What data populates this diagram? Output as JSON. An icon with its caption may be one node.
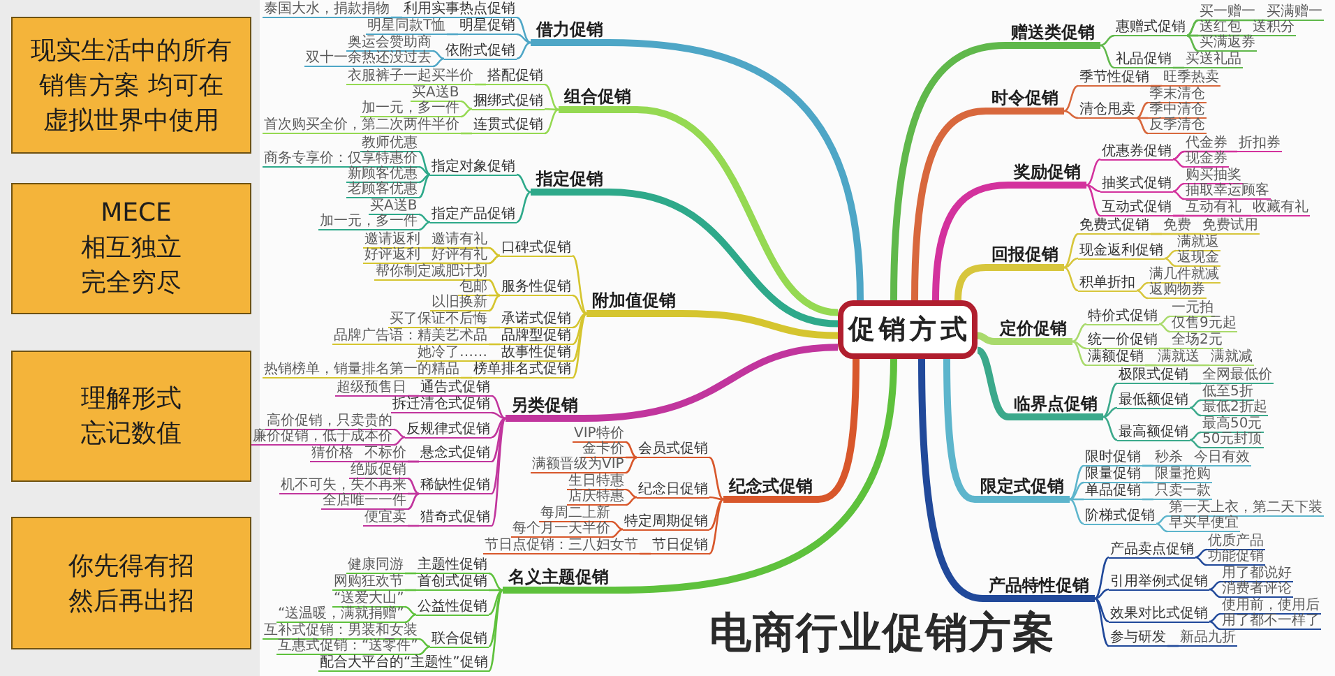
{
  "diagram": {
    "title": "电商行业促销方案",
    "nodes": [
      {
        "text": [
          "现实生活中的所有销售方案 均可在虚拟世界中使用"
        ]
      },
      {
        "text": [
          "MECE相互独立完全穷尽"
        ]
      },
      {
        "text": [
          "理解形式忘记数值"
        ]
      },
      {
        "text": [
          "你先得有招然后再出招"
        ]
      },
      {
        "text": [
          "促销方式"
        ]
      },
      {
        "text": [
          "借力促销"
        ]
      },
      {
        "text": [
          "利用实事热点促销"
        ]
      },
      {
        "text": [
          "泰国大水，捐款捐物"
        ]
      },
      {
        "text": [
          "明星促销"
        ]
      },
      {
        "text": [
          "明星同款T恤"
        ]
      },
      {
        "text": [
          "依附式促销"
        ]
      },
      {
        "text": [
          "奥运会赞助商"
        ]
      },
      {
        "text": [
          "双十一余热还没过去"
        ]
      },
      {
        "text": [
          "组合促销"
        ]
      },
      {
        "text": [
          "搭配促销"
        ]
      },
      {
        "text": [
          "衣服裤子一起买半价"
        ]
      },
      {
        "text": [
          "捆绑式促销"
        ]
      },
      {
        "text": [
          "买A送B"
        ]
      },
      {
        "text": [
          "加一元，多一件"
        ]
      },
      {
        "text": [
          "连贯式促销"
        ]
      },
      {
        "text": [
          "首次购买全价，第二次两件半价"
        ]
      },
      {
        "text": [
          "指定促销"
        ]
      },
      {
        "text": [
          "指定对象促销"
        ]
      },
      {
        "text": [
          "教师优惠"
        ]
      },
      {
        "text": [
          "商务专享价：仅享特惠价"
        ]
      },
      {
        "text": [
          "新顾客优惠"
        ]
      },
      {
        "text": [
          "老顾客优惠"
        ]
      },
      {
        "text": [
          "指定产品促销"
        ]
      },
      {
        "text": [
          "买A送B"
        ]
      },
      {
        "text": [
          "加一元，多一件"
        ]
      },
      {
        "text": [
          "附加值促销"
        ]
      },
      {
        "text": [
          "口碑式促销"
        ]
      },
      {
        "text": [
          "邀请有礼"
        ]
      },
      {
        "text": [
          "邀请返利"
        ]
      },
      {
        "text": [
          "好评有礼"
        ]
      },
      {
        "text": [
          "好评返利"
        ]
      },
      {
        "text": [
          "服务性促销"
        ]
      },
      {
        "text": [
          "帮你制定减肥计划"
        ]
      },
      {
        "text": [
          "包邮"
        ]
      },
      {
        "text": [
          "以旧换新"
        ]
      },
      {
        "text": [
          "承诺式促销"
        ]
      },
      {
        "text": [
          "买了保证不后悔"
        ]
      },
      {
        "text": [
          "品牌型促销"
        ]
      },
      {
        "text": [
          "品牌广告语：精美艺术品"
        ]
      },
      {
        "text": [
          "故事性促销"
        ]
      },
      {
        "text": [
          "她冷了……"
        ]
      },
      {
        "text": [
          "榜单排名式促销"
        ]
      },
      {
        "text": [
          "热销榜单，销量排名第一的精品"
        ]
      },
      {
        "text": [
          "另类促销"
        ]
      },
      {
        "text": [
          "通告式促销"
        ]
      },
      {
        "text": [
          "超级预售日"
        ]
      },
      {
        "text": [
          "拆迁清仓式促销"
        ]
      },
      {
        "text": [
          "反规律式促销"
        ]
      },
      {
        "text": [
          "高价促销，只卖贵的"
        ]
      },
      {
        "text": [
          "廉价促销，低于成本价"
        ]
      },
      {
        "text": [
          "悬念式促销"
        ]
      },
      {
        "text": [
          "不标价"
        ]
      },
      {
        "text": [
          "猜价格"
        ]
      },
      {
        "text": [
          "稀缺性促销"
        ]
      },
      {
        "text": [
          "绝版促销"
        ]
      },
      {
        "text": [
          "机不可失，失不再来"
        ]
      },
      {
        "text": [
          "全店唯一一件"
        ]
      },
      {
        "text": [
          "猎奇式促销"
        ]
      },
      {
        "text": [
          "便宜卖"
        ]
      },
      {
        "text": [
          "纪念式促销"
        ]
      },
      {
        "text": [
          "会员式促销"
        ]
      },
      {
        "text": [
          "VIP特价"
        ]
      },
      {
        "text": [
          "金卡价"
        ]
      },
      {
        "text": [
          "满额晋级为VIP"
        ]
      },
      {
        "text": [
          "纪念日促销"
        ]
      },
      {
        "text": [
          "生日特惠"
        ]
      },
      {
        "text": [
          "店庆特惠"
        ]
      },
      {
        "text": [
          "特定周期促销"
        ]
      },
      {
        "text": [
          "每周二上新"
        ]
      },
      {
        "text": [
          "每个月一天半价"
        ]
      },
      {
        "text": [
          "节日促销"
        ]
      },
      {
        "text": [
          "节日点促销：三八妇女节"
        ]
      },
      {
        "text": [
          "名义主题促销"
        ]
      },
      {
        "text": [
          "主题性促销"
        ]
      },
      {
        "text": [
          "健康同游"
        ]
      },
      {
        "text": [
          "首创式促销"
        ]
      },
      {
        "text": [
          "网购狂欢节"
        ]
      },
      {
        "text": [
          "公益性促销"
        ]
      },
      {
        "text": [
          "“送爱大山”"
        ]
      },
      {
        "text": [
          "“送温暖，满就捐赠”"
        ]
      },
      {
        "text": [
          "联合促销"
        ]
      },
      {
        "text": [
          "互补式促销：男装和女装"
        ]
      },
      {
        "text": [
          "互惠式促销：“送零件”"
        ]
      },
      {
        "text": [
          "配合大平台的“主题性”促销"
        ]
      },
      {
        "text": [
          "赠送类促销"
        ]
      },
      {
        "text": [
          "惠赠式促销"
        ]
      },
      {
        "text": [
          "买一赠一"
        ]
      },
      {
        "text": [
          "买满赠一"
        ]
      },
      {
        "text": [
          "送红包"
        ]
      },
      {
        "text": [
          "送积分"
        ]
      },
      {
        "text": [
          "买满返券"
        ]
      },
      {
        "text": [
          "礼品促销"
        ]
      },
      {
        "text": [
          "买送礼品"
        ]
      },
      {
        "text": [
          "时令促销"
        ]
      },
      {
        "text": [
          "季节性促销"
        ]
      },
      {
        "text": [
          "旺季热卖"
        ]
      },
      {
        "text": [
          "清仓甩卖"
        ]
      },
      {
        "text": [
          "季末清仓"
        ]
      },
      {
        "text": [
          "季中清仓"
        ]
      },
      {
        "text": [
          "反季清仓"
        ]
      },
      {
        "text": [
          "奖励促销"
        ]
      },
      {
        "text": [
          "优惠券促销"
        ]
      },
      {
        "text": [
          "代金券"
        ]
      },
      {
        "text": [
          "折扣券"
        ]
      },
      {
        "text": [
          "现金券"
        ]
      },
      {
        "text": [
          "抽奖式促销"
        ]
      },
      {
        "text": [
          "购买抽奖"
        ]
      },
      {
        "text": [
          "抽取幸运顾客"
        ]
      },
      {
        "text": [
          "互动式促销"
        ]
      },
      {
        "text": [
          "互动有礼"
        ]
      },
      {
        "text": [
          "收藏有礼"
        ]
      },
      {
        "text": [
          "回报促销"
        ]
      },
      {
        "text": [
          "免费式促销"
        ]
      },
      {
        "text": [
          "免费"
        ]
      },
      {
        "text": [
          "免费试用"
        ]
      },
      {
        "text": [
          "现金返利促销"
        ]
      },
      {
        "text": [
          "满就返"
        ]
      },
      {
        "text": [
          "返现金"
        ]
      },
      {
        "text": [
          "积单折扣"
        ]
      },
      {
        "text": [
          "满几件就减"
        ]
      },
      {
        "text": [
          "返购物券"
        ]
      },
      {
        "text": [
          "定价促销"
        ]
      },
      {
        "text": [
          "特价式促销"
        ]
      },
      {
        "text": [
          "一元拍"
        ]
      },
      {
        "text": [
          "仅售9元起"
        ]
      },
      {
        "text": [
          "统一价促销"
        ]
      },
      {
        "text": [
          "全场2元"
        ]
      },
      {
        "text": [
          "满额促销"
        ]
      },
      {
        "text": [
          "满就送"
        ]
      },
      {
        "text": [
          "满就减"
        ]
      },
      {
        "text": [
          "临界点促销"
        ]
      },
      {
        "text": [
          "极限式促销"
        ]
      },
      {
        "text": [
          "全网最低价"
        ]
      },
      {
        "text": [
          "最低额促销"
        ]
      },
      {
        "text": [
          "低至5折"
        ]
      },
      {
        "text": [
          "最低2折起"
        ]
      },
      {
        "text": [
          "最高额促销"
        ]
      },
      {
        "text": [
          "最高50元"
        ]
      },
      {
        "text": [
          "50元封顶"
        ]
      },
      {
        "text": [
          "限定式促销"
        ]
      },
      {
        "text": [
          "限时促销"
        ]
      },
      {
        "text": [
          "秒杀"
        ]
      },
      {
        "text": [
          "今日有效"
        ]
      },
      {
        "text": [
          "限量促销"
        ]
      },
      {
        "text": [
          "限量抢购"
        ]
      },
      {
        "text": [
          "单品促销"
        ]
      },
      {
        "text": [
          "只卖一款"
        ]
      },
      {
        "text": [
          "阶梯式促销"
        ]
      },
      {
        "text": [
          "第一天上衣，第二天下装"
        ]
      },
      {
        "text": [
          "早买早便宜"
        ]
      },
      {
        "text": [
          "产品特性促销"
        ]
      },
      {
        "text": [
          "产品卖点促销"
        ]
      },
      {
        "text": [
          "优质产品"
        ]
      },
      {
        "text": [
          "功能促销"
        ]
      },
      {
        "text": [
          "引用举例式促销"
        ]
      },
      {
        "text": [
          "用了都说好"
        ]
      },
      {
        "text": [
          "消费者评论"
        ]
      },
      {
        "text": [
          "效果对比式促销"
        ]
      },
      {
        "text": [
          "使用前，使用后"
        ]
      },
      {
        "text": [
          "用了都不一样了"
        ]
      },
      {
        "text": [
          "参与研发"
        ]
      },
      {
        "text": [
          "新品九折"
        ]
      }
    ],
    "edges": [
      {
        "from": 4,
        "to": 5,
        "arrow": "none",
        "style": "thick",
        "color": "#4ea6c6"
      },
      {
        "from": 5,
        "to": 6,
        "arrow": "none",
        "color": "#4ea6c6"
      },
      {
        "from": 6,
        "to": 7,
        "arrow": "none",
        "color": "#4ea6c6"
      },
      {
        "from": 5,
        "to": 8,
        "arrow": "none",
        "color": "#4ea6c6"
      },
      {
        "from": 8,
        "to": 9,
        "arrow": "none",
        "color": "#4ea6c6"
      },
      {
        "from": 5,
        "to": 10,
        "arrow": "none",
        "color": "#4ea6c6"
      },
      {
        "from": 10,
        "to": 11,
        "arrow": "none",
        "color": "#4ea6c6"
      },
      {
        "from": 10,
        "to": 12,
        "arrow": "none",
        "color": "#4ea6c6"
      },
      {
        "from": 4,
        "to": 13,
        "arrow": "none",
        "style": "thick",
        "color": "#95d952"
      },
      {
        "from": 13,
        "to": 14,
        "arrow": "none",
        "color": "#95d952"
      },
      {
        "from": 14,
        "to": 15,
        "arrow": "none",
        "color": "#95d952"
      },
      {
        "from": 13,
        "to": 16,
        "arrow": "none",
        "color": "#95d952"
      },
      {
        "from": 16,
        "to": 17,
        "arrow": "none",
        "color": "#95d952"
      },
      {
        "from": 16,
        "to": 18,
        "arrow": "none",
        "color": "#95d952"
      },
      {
        "from": 13,
        "to": 19,
        "arrow": "none",
        "color": "#95d952"
      },
      {
        "from": 19,
        "to": 20,
        "arrow": "none",
        "color": "#95d952"
      },
      {
        "from": 4,
        "to": 21,
        "arrow": "none",
        "style": "thick",
        "color": "#2ea98a"
      },
      {
        "from": 21,
        "to": 22,
        "arrow": "none",
        "color": "#2ea98a"
      },
      {
        "from": 22,
        "to": 23,
        "arrow": "none",
        "color": "#2ea98a"
      },
      {
        "from": 22,
        "to": 24,
        "arrow": "none",
        "color": "#2ea98a"
      },
      {
        "from": 22,
        "to": 25,
        "arrow": "none",
        "color": "#2ea98a"
      },
      {
        "from": 22,
        "to": 26,
        "arrow": "none",
        "color": "#2ea98a"
      },
      {
        "from": 21,
        "to": 27,
        "arrow": "none",
        "color": "#2ea98a"
      },
      {
        "from": 27,
        "to": 28,
        "arrow": "none",
        "color": "#2ea98a"
      },
      {
        "from": 27,
        "to": 29,
        "arrow": "none",
        "color": "#2ea98a"
      },
      {
        "from": 4,
        "to": 30,
        "arrow": "none",
        "style": "thick",
        "color": "#d5c52f"
      },
      {
        "from": 30,
        "to": 31,
        "arrow": "none",
        "color": "#d5c52f"
      },
      {
        "from": 31,
        "to": 32,
        "arrow": "none",
        "color": "#d5c52f"
      },
      {
        "from": 31,
        "to": 33,
        "arrow": "none",
        "color": "#d5c52f"
      },
      {
        "from": 31,
        "to": 34,
        "arrow": "none",
        "color": "#d5c52f"
      },
      {
        "from": 31,
        "to": 35,
        "arrow": "none",
        "color": "#d5c52f"
      },
      {
        "from": 30,
        "to": 36,
        "arrow": "none",
        "color": "#d5c52f"
      },
      {
        "from": 36,
        "to": 37,
        "arrow": "none",
        "color": "#d5c52f"
      },
      {
        "from": 36,
        "to": 38,
        "arrow": "none",
        "color": "#d5c52f"
      },
      {
        "from": 36,
        "to": 39,
        "arrow": "none",
        "color": "#d5c52f"
      },
      {
        "from": 30,
        "to": 40,
        "arrow": "none",
        "color": "#d5c52f"
      },
      {
        "from": 40,
        "to": 41,
        "arrow": "none",
        "color": "#d5c52f"
      },
      {
        "from": 30,
        "to": 42,
        "arrow": "none",
        "color": "#d5c52f"
      },
      {
        "from": 42,
        "to": 43,
        "arrow": "none",
        "color": "#d5c52f"
      },
      {
        "from": 30,
        "to": 44,
        "arrow": "none",
        "color": "#d5c52f"
      },
      {
        "from": 44,
        "to": 45,
        "arrow": "none",
        "color": "#d5c52f"
      },
      {
        "from": 30,
        "to": 46,
        "arrow": "none",
        "color": "#d5c52f"
      },
      {
        "from": 46,
        "to": 47,
        "arrow": "none",
        "color": "#d5c52f"
      },
      {
        "from": 4,
        "to": 48,
        "arrow": "none",
        "style": "thick",
        "color": "#c1359d"
      },
      {
        "from": 48,
        "to": 49,
        "arrow": "none",
        "color": "#c1359d"
      },
      {
        "from": 49,
        "to": 50,
        "arrow": "none",
        "color": "#c1359d"
      },
      {
        "from": 48,
        "to": 51,
        "arrow": "none",
        "color": "#c1359d"
      },
      {
        "from": 48,
        "to": 52,
        "arrow": "none",
        "color": "#c1359d"
      },
      {
        "from": 52,
        "to": 53,
        "arrow": "none",
        "color": "#c1359d"
      },
      {
        "from": 52,
        "to": 54,
        "arrow": "none",
        "color": "#c1359d"
      },
      {
        "from": 48,
        "to": 55,
        "arrow": "none",
        "color": "#c1359d"
      },
      {
        "from": 55,
        "to": 56,
        "arrow": "none",
        "color": "#c1359d"
      },
      {
        "from": 55,
        "to": 57,
        "arrow": "none",
        "color": "#c1359d"
      },
      {
        "from": 48,
        "to": 58,
        "arrow": "none",
        "color": "#c1359d"
      },
      {
        "from": 58,
        "to": 59,
        "arrow": "none",
        "color": "#c1359d"
      },
      {
        "from": 58,
        "to": 60,
        "arrow": "none",
        "color": "#c1359d"
      },
      {
        "from": 58,
        "to": 61,
        "arrow": "none",
        "color": "#c1359d"
      },
      {
        "from": 48,
        "to": 62,
        "arrow": "none",
        "color": "#c1359d"
      },
      {
        "from": 62,
        "to": 63,
        "arrow": "none",
        "color": "#c1359d"
      },
      {
        "from": 4,
        "to": 64,
        "arrow": "none",
        "style": "thick",
        "color": "#d8572b"
      },
      {
        "from": 64,
        "to": 65,
        "arrow": "none",
        "color": "#d8572b"
      },
      {
        "from": 65,
        "to": 66,
        "arrow": "none",
        "color": "#d8572b"
      },
      {
        "from": 65,
        "to": 67,
        "arrow": "none",
        "color": "#d8572b"
      },
      {
        "from": 65,
        "to": 68,
        "arrow": "none",
        "color": "#d8572b"
      },
      {
        "from": 64,
        "to": 69,
        "arrow": "none",
        "color": "#d8572b"
      },
      {
        "from": 69,
        "to": 70,
        "arrow": "none",
        "color": "#d8572b"
      },
      {
        "from": 69,
        "to": 71,
        "arrow": "none",
        "color": "#d8572b"
      },
      {
        "from": 64,
        "to": 72,
        "arrow": "none",
        "color": "#d8572b"
      },
      {
        "from": 72,
        "to": 73,
        "arrow": "none",
        "color": "#d8572b"
      },
      {
        "from": 72,
        "to": 74,
        "arrow": "none",
        "color": "#d8572b"
      },
      {
        "from": 64,
        "to": 75,
        "arrow": "none",
        "color": "#d8572b"
      },
      {
        "from": 75,
        "to": 76,
        "arrow": "none",
        "color": "#d8572b"
      },
      {
        "from": 4,
        "to": 77,
        "arrow": "none",
        "style": "thick",
        "color": "#5ec13c"
      },
      {
        "from": 77,
        "to": 78,
        "arrow": "none",
        "color": "#5ec13c"
      },
      {
        "from": 78,
        "to": 79,
        "arrow": "none",
        "color": "#5ec13c"
      },
      {
        "from": 77,
        "to": 80,
        "arrow": "none",
        "color": "#5ec13c"
      },
      {
        "from": 80,
        "to": 81,
        "arrow": "none",
        "color": "#5ec13c"
      },
      {
        "from": 77,
        "to": 82,
        "arrow": "none",
        "color": "#5ec13c"
      },
      {
        "from": 82,
        "to": 83,
        "arrow": "none",
        "color": "#5ec13c"
      },
      {
        "from": 82,
        "to": 84,
        "arrow": "none",
        "color": "#5ec13c"
      },
      {
        "from": 77,
        "to": 85,
        "arrow": "none",
        "color": "#5ec13c"
      },
      {
        "from": 85,
        "to": 86,
        "arrow": "none",
        "color": "#5ec13c"
      },
      {
        "from": 85,
        "to": 87,
        "arrow": "none",
        "color": "#5ec13c"
      },
      {
        "from": 77,
        "to": 88,
        "arrow": "none",
        "color": "#5ec13c"
      },
      {
        "from": 4,
        "to": 89,
        "arrow": "none",
        "style": "thick",
        "color": "#60b84b"
      },
      {
        "from": 89,
        "to": 90,
        "arrow": "none",
        "color": "#60b84b"
      },
      {
        "from": 90,
        "to": 91,
        "arrow": "none",
        "color": "#60b84b"
      },
      {
        "from": 90,
        "to": 92,
        "arrow": "none",
        "color": "#60b84b"
      },
      {
        "from": 90,
        "to": 93,
        "arrow": "none",
        "color": "#60b84b"
      },
      {
        "from": 90,
        "to": 94,
        "arrow": "none",
        "color": "#60b84b"
      },
      {
        "from": 90,
        "to": 95,
        "arrow": "none",
        "color": "#60b84b"
      },
      {
        "from": 89,
        "to": 96,
        "arrow": "none",
        "color": "#60b84b"
      },
      {
        "from": 96,
        "to": 97,
        "arrow": "none",
        "color": "#60b84b"
      },
      {
        "from": 4,
        "to": 98,
        "arrow": "none",
        "style": "thick",
        "color": "#d8683d"
      },
      {
        "from": 98,
        "to": 99,
        "arrow": "none",
        "color": "#d8683d"
      },
      {
        "from": 99,
        "to": 100,
        "arrow": "none",
        "color": "#d8683d"
      },
      {
        "from": 98,
        "to": 101,
        "arrow": "none",
        "color": "#d8683d"
      },
      {
        "from": 101,
        "to": 102,
        "arrow": "none",
        "color": "#d8683d"
      },
      {
        "from": 101,
        "to": 103,
        "arrow": "none",
        "color": "#d8683d"
      },
      {
        "from": 101,
        "to": 104,
        "arrow": "none",
        "color": "#d8683d"
      },
      {
        "from": 4,
        "to": 105,
        "arrow": "none",
        "style": "thick",
        "color": "#d3329d"
      },
      {
        "from": 105,
        "to": 106,
        "arrow": "none",
        "color": "#d3329d"
      },
      {
        "from": 106,
        "to": 107,
        "arrow": "none",
        "color": "#d3329d"
      },
      {
        "from": 106,
        "to": 108,
        "arrow": "none",
        "color": "#d3329d"
      },
      {
        "from": 106,
        "to": 109,
        "arrow": "none",
        "color": "#d3329d"
      },
      {
        "from": 105,
        "to": 110,
        "arrow": "none",
        "color": "#d3329d"
      },
      {
        "from": 110,
        "to": 111,
        "arrow": "none",
        "color": "#d3329d"
      },
      {
        "from": 110,
        "to": 112,
        "arrow": "none",
        "color": "#d3329d"
      },
      {
        "from": 105,
        "to": 113,
        "arrow": "none",
        "color": "#d3329d"
      },
      {
        "from": 113,
        "to": 114,
        "arrow": "none",
        "color": "#d3329d"
      },
      {
        "from": 113,
        "to": 115,
        "arrow": "none",
        "color": "#d3329d"
      },
      {
        "from": 4,
        "to": 116,
        "arrow": "none",
        "style": "thick",
        "color": "#d7c63c"
      },
      {
        "from": 116,
        "to": 117,
        "arrow": "none",
        "color": "#d7c63c"
      },
      {
        "from": 117,
        "to": 118,
        "arrow": "none",
        "color": "#d7c63c"
      },
      {
        "from": 117,
        "to": 119,
        "arrow": "none",
        "color": "#d7c63c"
      },
      {
        "from": 116,
        "to": 120,
        "arrow": "none",
        "color": "#d7c63c"
      },
      {
        "from": 120,
        "to": 121,
        "arrow": "none",
        "color": "#d7c63c"
      },
      {
        "from": 120,
        "to": 122,
        "arrow": "none",
        "color": "#d7c63c"
      },
      {
        "from": 116,
        "to": 123,
        "arrow": "none",
        "color": "#d7c63c"
      },
      {
        "from": 123,
        "to": 124,
        "arrow": "none",
        "color": "#d7c63c"
      },
      {
        "from": 123,
        "to": 125,
        "arrow": "none",
        "color": "#d7c63c"
      },
      {
        "from": 4,
        "to": 126,
        "arrow": "none",
        "style": "thick",
        "color": "#a9da6c"
      },
      {
        "from": 126,
        "to": 127,
        "arrow": "none",
        "color": "#a9da6c"
      },
      {
        "from": 127,
        "to": 128,
        "arrow": "none",
        "color": "#a9da6c"
      },
      {
        "from": 127,
        "to": 129,
        "arrow": "none",
        "color": "#a9da6c"
      },
      {
        "from": 126,
        "to": 130,
        "arrow": "none",
        "color": "#a9da6c"
      },
      {
        "from": 130,
        "to": 131,
        "arrow": "none",
        "color": "#a9da6c"
      },
      {
        "from": 126,
        "to": 132,
        "arrow": "none",
        "color": "#a9da6c"
      },
      {
        "from": 132,
        "to": 133,
        "arrow": "none",
        "color": "#a9da6c"
      },
      {
        "from": 132,
        "to": 134,
        "arrow": "none",
        "color": "#a9da6c"
      },
      {
        "from": 4,
        "to": 135,
        "arrow": "none",
        "style": "thick",
        "color": "#3ba98b"
      },
      {
        "from": 135,
        "to": 136,
        "arrow": "none",
        "color": "#3ba98b"
      },
      {
        "from": 136,
        "to": 137,
        "arrow": "none",
        "color": "#3ba98b"
      },
      {
        "from": 135,
        "to": 138,
        "arrow": "none",
        "color": "#3ba98b"
      },
      {
        "from": 138,
        "to": 139,
        "arrow": "none",
        "color": "#3ba98b"
      },
      {
        "from": 138,
        "to": 140,
        "arrow": "none",
        "color": "#3ba98b"
      },
      {
        "from": 135,
        "to": 141,
        "arrow": "none",
        "color": "#3ba98b"
      },
      {
        "from": 141,
        "to": 142,
        "arrow": "none",
        "color": "#3ba98b"
      },
      {
        "from": 141,
        "to": 143,
        "arrow": "none",
        "color": "#3ba98b"
      },
      {
        "from": 4,
        "to": 144,
        "arrow": "none",
        "style": "thick",
        "color": "#5db5cc"
      },
      {
        "from": 144,
        "to": 145,
        "arrow": "none",
        "color": "#5db5cc"
      },
      {
        "from": 145,
        "to": 146,
        "arrow": "none",
        "color": "#5db5cc"
      },
      {
        "from": 145,
        "to": 147,
        "arrow": "none",
        "color": "#5db5cc"
      },
      {
        "from": 144,
        "to": 148,
        "arrow": "none",
        "color": "#5db5cc"
      },
      {
        "from": 148,
        "to": 149,
        "arrow": "none",
        "color": "#5db5cc"
      },
      {
        "from": 144,
        "to": 150,
        "arrow": "none",
        "color": "#5db5cc"
      },
      {
        "from": 150,
        "to": 151,
        "arrow": "none",
        "color": "#5db5cc"
      },
      {
        "from": 144,
        "to": 152,
        "arrow": "none",
        "color": "#5db5cc"
      },
      {
        "from": 152,
        "to": 153,
        "arrow": "none",
        "color": "#5db5cc"
      },
      {
        "from": 152,
        "to": 154,
        "arrow": "none",
        "color": "#5db5cc"
      },
      {
        "from": 4,
        "to": 155,
        "arrow": "none",
        "style": "thick",
        "color": "#21499a"
      },
      {
        "from": 155,
        "to": 156,
        "arrow": "none",
        "color": "#21499a"
      },
      {
        "from": 156,
        "to": 157,
        "arrow": "none",
        "color": "#21499a"
      },
      {
        "from": 156,
        "to": 158,
        "arrow": "none",
        "color": "#21499a"
      },
      {
        "from": 155,
        "to": 159,
        "arrow": "none",
        "color": "#21499a"
      },
      {
        "from": 159,
        "to": 160,
        "arrow": "none",
        "color": "#21499a"
      },
      {
        "from": 159,
        "to": 161,
        "arrow": "none",
        "color": "#21499a"
      },
      {
        "from": 155,
        "to": 162,
        "arrow": "none",
        "color": "#21499a"
      },
      {
        "from": 162,
        "to": 163,
        "arrow": "none",
        "color": "#21499a"
      },
      {
        "from": 162,
        "to": 164,
        "arrow": "none",
        "color": "#21499a"
      },
      {
        "from": 155,
        "to": 165,
        "arrow": "none",
        "color": "#21499a"
      },
      {
        "from": 165,
        "to": 166,
        "arrow": "none",
        "color": "#21499a"
      }
    ]
  }
}
